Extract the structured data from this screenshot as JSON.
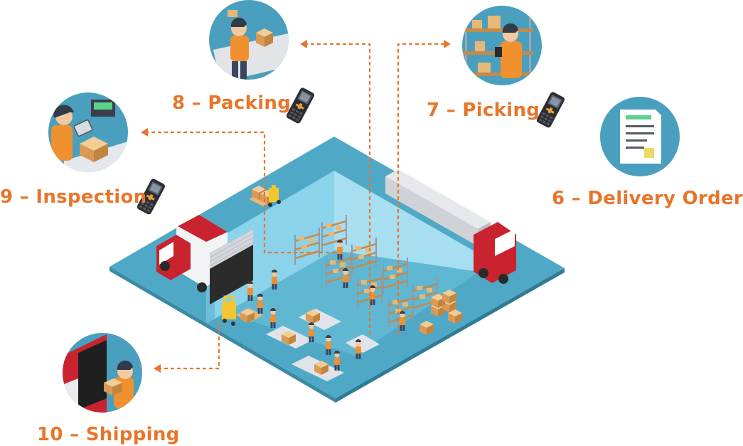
{
  "steps": {
    "delivery_order": {
      "label": "6 – Delivery Order"
    },
    "picking": {
      "label": "7 – Picking"
    },
    "packing": {
      "label": "8 – Packing"
    },
    "inspection": {
      "label": "9 – Inspection"
    },
    "shipping": {
      "label": "10 – Shipping"
    }
  },
  "colors": {
    "accent_orange": "#e8752a",
    "circle_blue": "#4a9fbe",
    "floor_blue": "#4fa9c6",
    "wall_blue": "#82cfe6",
    "truck_red": "#c9232f",
    "box_tan": "#e8b878",
    "worker_orange": "#f0912f",
    "scanner_dark": "#2a2a2a"
  },
  "icons": [
    "clipboard-document-icon",
    "barcode-scanner-icon",
    "worker-icon",
    "truck-icon",
    "forklift-icon",
    "shelf-icon",
    "box-icon"
  ]
}
